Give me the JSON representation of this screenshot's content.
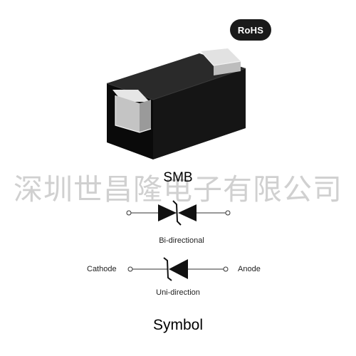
{
  "badge": {
    "label": "RoHS"
  },
  "watermark": {
    "text": "深圳世昌隆电子有限公司"
  },
  "package": {
    "name": "SMB"
  },
  "symbols": {
    "bidirectional_caption": "Bi-directional",
    "unidirectional_caption": "Uni-direction",
    "cathode_label": "Cathode",
    "anode_label": "Anode",
    "section_title": "Symbol"
  },
  "colors": {
    "package_body": "#111111",
    "terminal": "#c8c8c8",
    "badge_bg": "#1a1a1a",
    "watermark": "#d0d0d0"
  }
}
